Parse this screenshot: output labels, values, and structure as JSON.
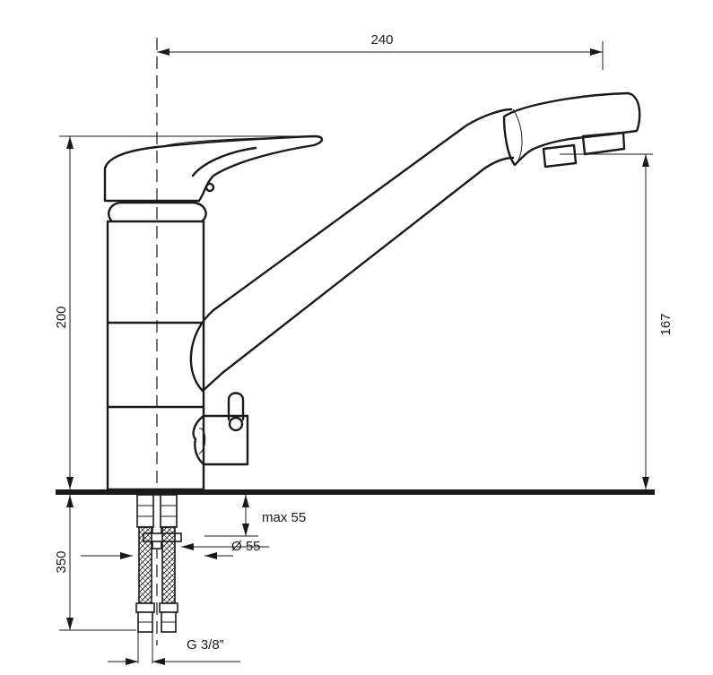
{
  "drawing": {
    "colors": {
      "line": "#1a1a1a",
      "background": "#ffffff"
    },
    "dimensions": {
      "width": "240",
      "height_total": "200",
      "spout_height": "167",
      "max_thickness": "max 55",
      "mount_diameter": "Ø 55",
      "hose_length": "350",
      "connection": "G 3/8”"
    }
  }
}
